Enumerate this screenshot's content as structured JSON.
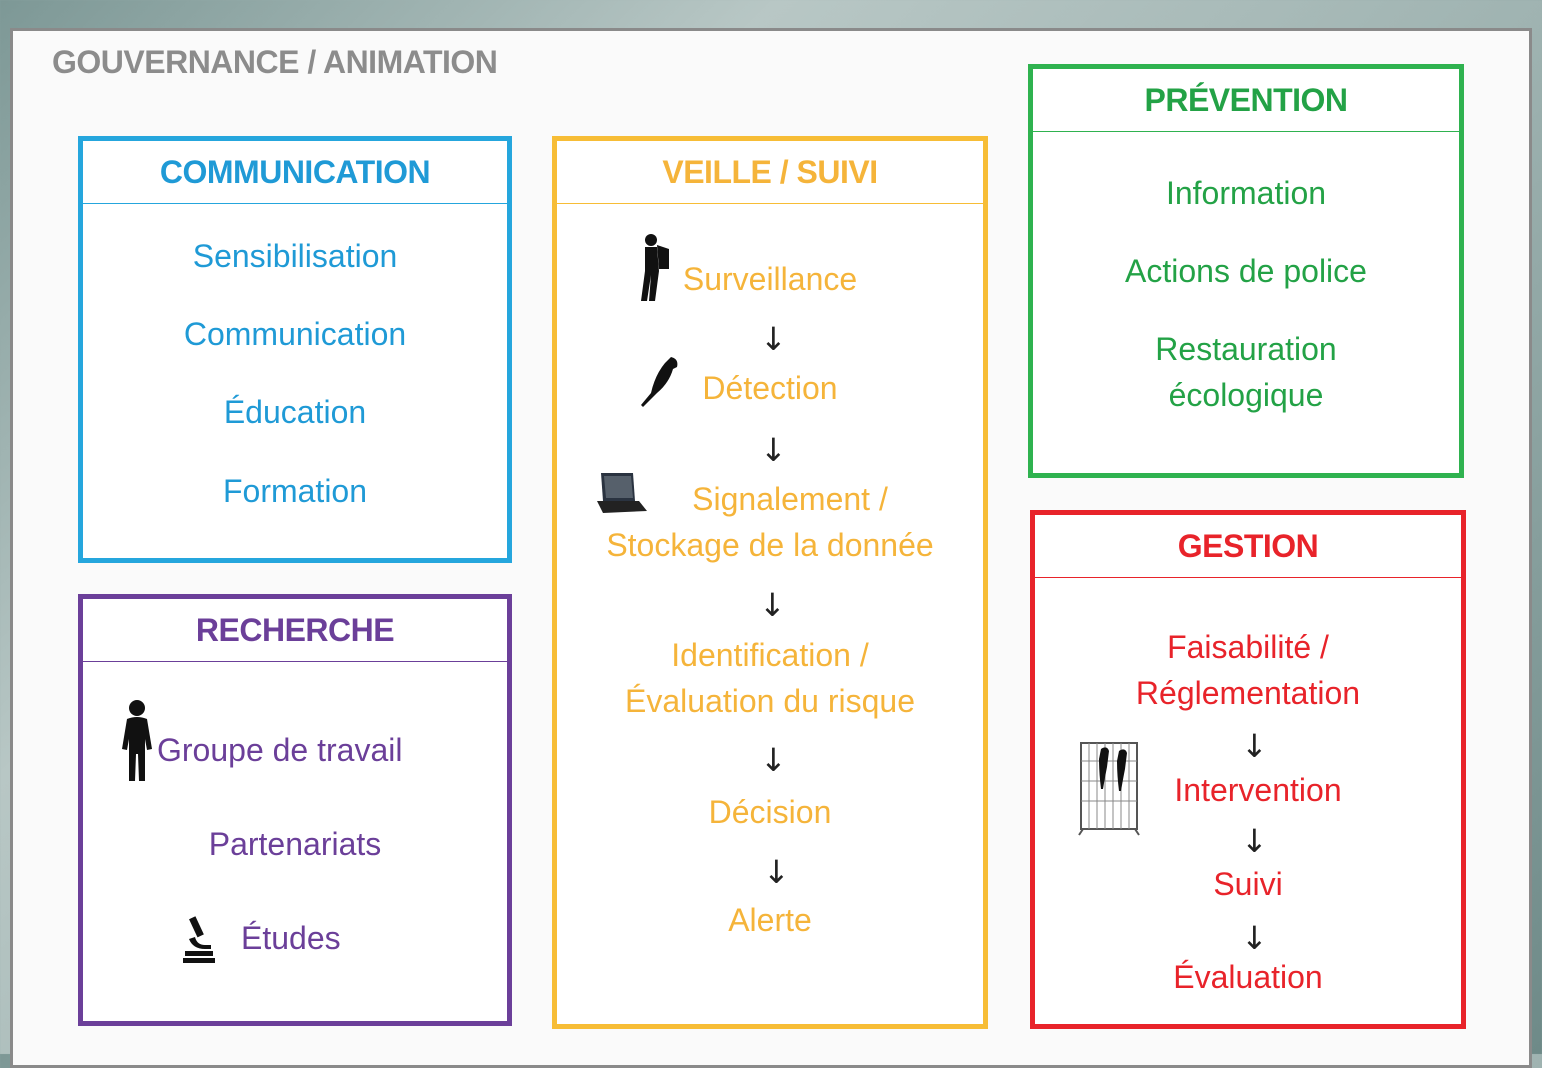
{
  "title": "GOUVERNANCE / ANIMATION",
  "colors": {
    "communication": "#1f9ad6",
    "recherche": "#6b3f99",
    "veille": "#f5b43a",
    "prevention": "#23a246",
    "gestion": "#e8232a"
  },
  "communication": {
    "heading": "COMMUNICATION",
    "items": [
      "Sensibilisation",
      "Communication",
      "Éducation",
      "Formation"
    ]
  },
  "recherche": {
    "heading": "RECHERCHE",
    "items": [
      "Groupe de travail",
      "Partenariats",
      "Études"
    ],
    "icons": [
      "person-icon",
      "microscope-icon"
    ]
  },
  "veille": {
    "heading": "VEILLE / SUIVI",
    "steps": [
      {
        "label": "Surveillance",
        "icon": "hiker-icon"
      },
      {
        "label": "Détection",
        "icon": "parrot-icon"
      },
      {
        "label_1": "Signalement /",
        "label_2": "Stockage de la donnée",
        "icon": "laptop-icon"
      },
      {
        "label_1": "Identification /",
        "label_2": "Évaluation du risque"
      },
      {
        "label": "Décision"
      },
      {
        "label": "Alerte"
      }
    ],
    "arrow": "↓"
  },
  "prevention": {
    "heading": "PRÉVENTION",
    "items": [
      "Information",
      "Actions de police",
      "Restauration",
      "écologique"
    ]
  },
  "gestion": {
    "heading": "GESTION",
    "steps": [
      "Faisabilité /",
      "Réglementation",
      "Intervention",
      "Suivi",
      "Évaluation"
    ],
    "icon": "birdcage-icon",
    "arrow": "↓"
  }
}
